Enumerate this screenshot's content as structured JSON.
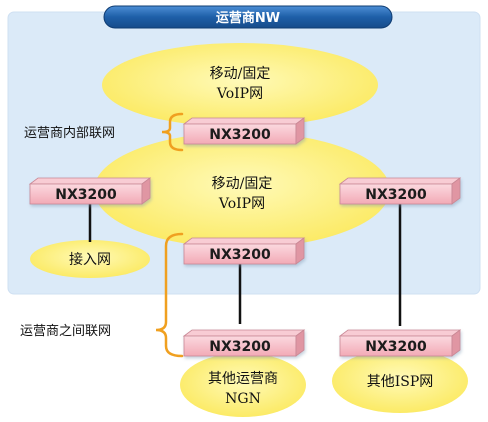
{
  "diagram": {
    "title": "运营商NW",
    "operator_label": "运营商内部联网",
    "interop_label": "运营商之间联网"
  },
  "clouds": {
    "voip_top": [
      "移动/固定",
      "VoIP网"
    ],
    "voip_middle": [
      "移动/固定",
      "VoIP网"
    ],
    "access": [
      "接入网"
    ],
    "other_ngn": [
      "其他运营商",
      "NGN"
    ],
    "other_isp": [
      "其他ISP网"
    ]
  },
  "routers": [
    {
      "id": "router-top",
      "label": "NX3200"
    },
    {
      "id": "router-left",
      "label": "NX3200"
    },
    {
      "id": "router-right",
      "label": "NX3200"
    },
    {
      "id": "router-center",
      "label": "NX3200"
    },
    {
      "id": "router-bottom-left",
      "label": "NX3200"
    },
    {
      "id": "router-bottom-right",
      "label": "NX3200"
    }
  ],
  "colors": {
    "panel": "#dbeaf8",
    "title_bar": "#1e5fa8",
    "cloud": "#fff27a",
    "router": "#f4b8c2",
    "bracket": "#f0a020"
  }
}
